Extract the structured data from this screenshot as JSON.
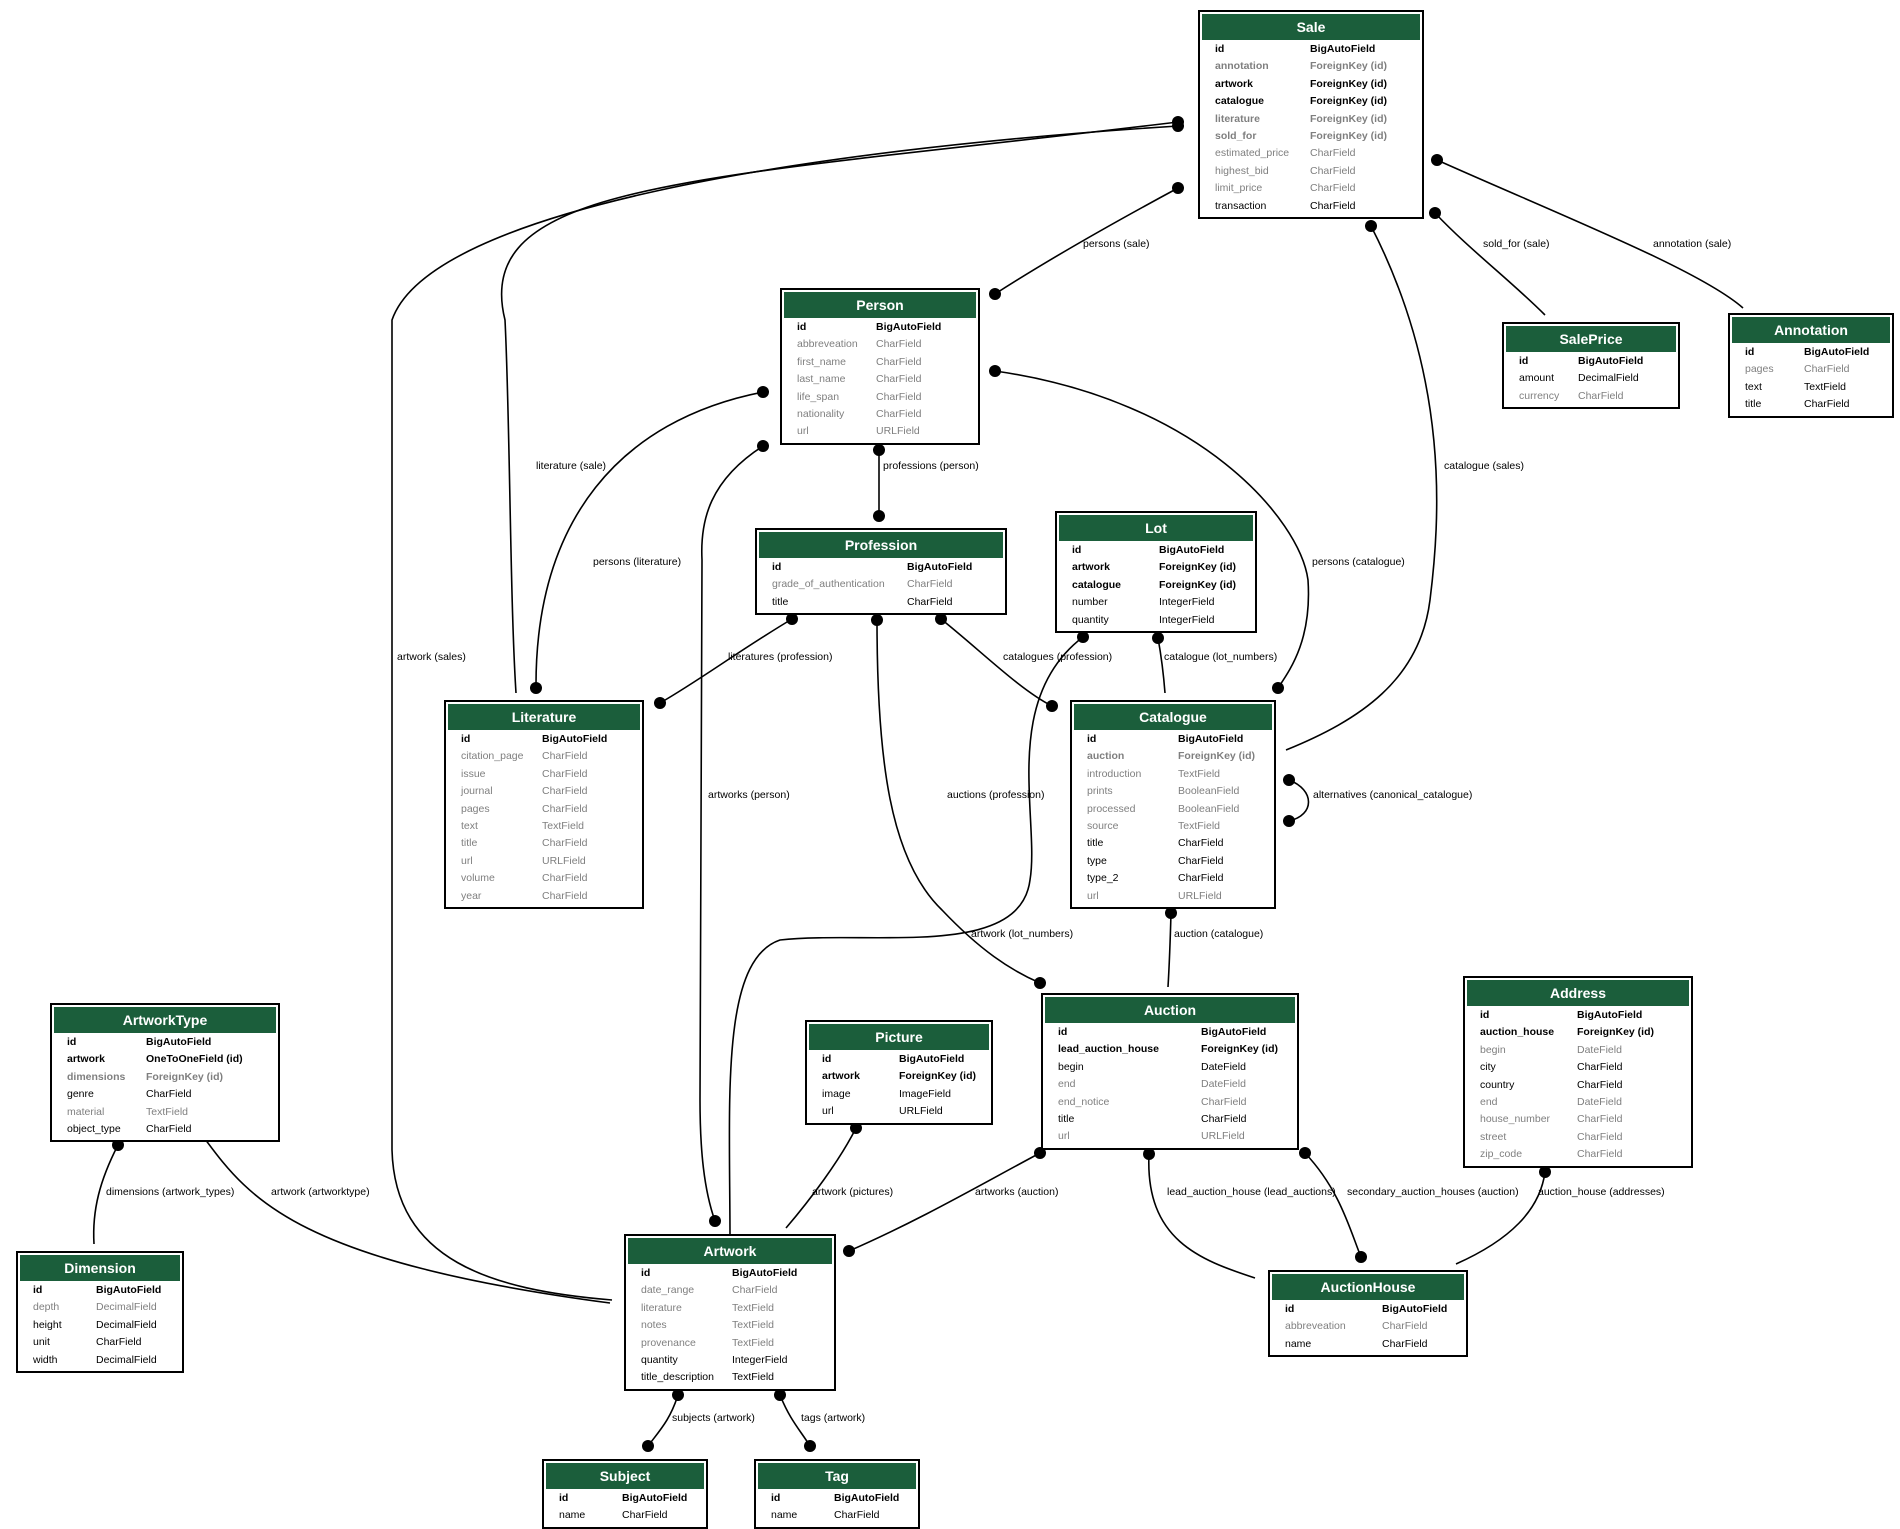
{
  "models": [
    {
      "key": "Sale",
      "name": "Sale",
      "fields": [
        {
          "n": "id",
          "t": "BigAutoField",
          "k": "pk"
        },
        {
          "n": "annotation",
          "t": "ForeignKey (id)",
          "k": "fkn"
        },
        {
          "n": "artwork",
          "t": "ForeignKey (id)",
          "k": "fk"
        },
        {
          "n": "catalogue",
          "t": "ForeignKey (id)",
          "k": "fk"
        },
        {
          "n": "literature",
          "t": "ForeignKey (id)",
          "k": "fkn"
        },
        {
          "n": "sold_for",
          "t": "ForeignKey (id)",
          "k": "fkn"
        },
        {
          "n": "estimated_price",
          "t": "CharField",
          "k": "fn"
        },
        {
          "n": "highest_bid",
          "t": "CharField",
          "k": "fn"
        },
        {
          "n": "limit_price",
          "t": "CharField",
          "k": "fn"
        },
        {
          "n": "transaction",
          "t": "CharField",
          "k": "f"
        }
      ]
    },
    {
      "key": "Person",
      "name": "Person",
      "fields": [
        {
          "n": "id",
          "t": "BigAutoField",
          "k": "pk"
        },
        {
          "n": "abbreveation",
          "t": "CharField",
          "k": "fn"
        },
        {
          "n": "first_name",
          "t": "CharField",
          "k": "fn"
        },
        {
          "n": "last_name",
          "t": "CharField",
          "k": "fn"
        },
        {
          "n": "life_span",
          "t": "CharField",
          "k": "fn"
        },
        {
          "n": "nationality",
          "t": "CharField",
          "k": "fn"
        },
        {
          "n": "url",
          "t": "URLField",
          "k": "fn"
        }
      ]
    },
    {
      "key": "SalePrice",
      "name": "SalePrice",
      "fields": [
        {
          "n": "id",
          "t": "BigAutoField",
          "k": "pk"
        },
        {
          "n": "amount",
          "t": "DecimalField",
          "k": "f"
        },
        {
          "n": "currency",
          "t": "CharField",
          "k": "fn"
        }
      ]
    },
    {
      "key": "Annotation",
      "name": "Annotation",
      "fields": [
        {
          "n": "id",
          "t": "BigAutoField",
          "k": "pk"
        },
        {
          "n": "pages",
          "t": "CharField",
          "k": "fn"
        },
        {
          "n": "text",
          "t": "TextField",
          "k": "f"
        },
        {
          "n": "title",
          "t": "CharField",
          "k": "f"
        }
      ]
    },
    {
      "key": "Profession",
      "name": "Profession",
      "fields": [
        {
          "n": "id",
          "t": "BigAutoField",
          "k": "pk"
        },
        {
          "n": "grade_of_authentication",
          "t": "CharField",
          "k": "fn"
        },
        {
          "n": "title",
          "t": "CharField",
          "k": "f"
        }
      ]
    },
    {
      "key": "Lot",
      "name": "Lot",
      "fields": [
        {
          "n": "id",
          "t": "BigAutoField",
          "k": "pk"
        },
        {
          "n": "artwork",
          "t": "ForeignKey (id)",
          "k": "fk"
        },
        {
          "n": "catalogue",
          "t": "ForeignKey (id)",
          "k": "fk"
        },
        {
          "n": "number",
          "t": "IntegerField",
          "k": "f"
        },
        {
          "n": "quantity",
          "t": "IntegerField",
          "k": "f"
        }
      ]
    },
    {
      "key": "Literature",
      "name": "Literature",
      "fields": [
        {
          "n": "id",
          "t": "BigAutoField",
          "k": "pk"
        },
        {
          "n": "citation_page",
          "t": "CharField",
          "k": "fn"
        },
        {
          "n": "issue",
          "t": "CharField",
          "k": "fn"
        },
        {
          "n": "journal",
          "t": "CharField",
          "k": "fn"
        },
        {
          "n": "pages",
          "t": "CharField",
          "k": "fn"
        },
        {
          "n": "text",
          "t": "TextField",
          "k": "fn"
        },
        {
          "n": "title",
          "t": "CharField",
          "k": "fn"
        },
        {
          "n": "url",
          "t": "URLField",
          "k": "fn"
        },
        {
          "n": "volume",
          "t": "CharField",
          "k": "fn"
        },
        {
          "n": "year",
          "t": "CharField",
          "k": "fn"
        }
      ]
    },
    {
      "key": "Catalogue",
      "name": "Catalogue",
      "fields": [
        {
          "n": "id",
          "t": "BigAutoField",
          "k": "pk"
        },
        {
          "n": "auction",
          "t": "ForeignKey (id)",
          "k": "fkn"
        },
        {
          "n": "introduction",
          "t": "TextField",
          "k": "fn"
        },
        {
          "n": "prints",
          "t": "BooleanField",
          "k": "fn"
        },
        {
          "n": "processed",
          "t": "BooleanField",
          "k": "fn"
        },
        {
          "n": "source",
          "t": "TextField",
          "k": "fn"
        },
        {
          "n": "title",
          "t": "CharField",
          "k": "f"
        },
        {
          "n": "type",
          "t": "CharField",
          "k": "f"
        },
        {
          "n": "type_2",
          "t": "CharField",
          "k": "f"
        },
        {
          "n": "url",
          "t": "URLField",
          "k": "fn"
        }
      ]
    },
    {
      "key": "Address",
      "name": "Address",
      "fields": [
        {
          "n": "id",
          "t": "BigAutoField",
          "k": "pk"
        },
        {
          "n": "auction_house",
          "t": "ForeignKey (id)",
          "k": "fk"
        },
        {
          "n": "begin",
          "t": "DateField",
          "k": "fn"
        },
        {
          "n": "city",
          "t": "CharField",
          "k": "f"
        },
        {
          "n": "country",
          "t": "CharField",
          "k": "f"
        },
        {
          "n": "end",
          "t": "DateField",
          "k": "fn"
        },
        {
          "n": "house_number",
          "t": "CharField",
          "k": "fn"
        },
        {
          "n": "street",
          "t": "CharField",
          "k": "fn"
        },
        {
          "n": "zip_code",
          "t": "CharField",
          "k": "fn"
        }
      ]
    },
    {
      "key": "Auction",
      "name": "Auction",
      "fields": [
        {
          "n": "id",
          "t": "BigAutoField",
          "k": "pk"
        },
        {
          "n": "lead_auction_house",
          "t": "ForeignKey (id)",
          "k": "fk"
        },
        {
          "n": "begin",
          "t": "DateField",
          "k": "f"
        },
        {
          "n": "end",
          "t": "DateField",
          "k": "fn"
        },
        {
          "n": "end_notice",
          "t": "CharField",
          "k": "fn"
        },
        {
          "n": "title",
          "t": "CharField",
          "k": "f"
        },
        {
          "n": "url",
          "t": "URLField",
          "k": "fn"
        }
      ]
    },
    {
      "key": "ArtworkType",
      "name": "ArtworkType",
      "fields": [
        {
          "n": "id",
          "t": "BigAutoField",
          "k": "pk"
        },
        {
          "n": "artwork",
          "t": "OneToOneField (id)",
          "k": "fk"
        },
        {
          "n": "dimensions",
          "t": "ForeignKey (id)",
          "k": "fkn"
        },
        {
          "n": "genre",
          "t": "CharField",
          "k": "f"
        },
        {
          "n": "material",
          "t": "TextField",
          "k": "fn"
        },
        {
          "n": "object_type",
          "t": "CharField",
          "k": "f"
        }
      ]
    },
    {
      "key": "Picture",
      "name": "Picture",
      "fields": [
        {
          "n": "id",
          "t": "BigAutoField",
          "k": "pk"
        },
        {
          "n": "artwork",
          "t": "ForeignKey (id)",
          "k": "fk"
        },
        {
          "n": "image",
          "t": "ImageField",
          "k": "f"
        },
        {
          "n": "url",
          "t": "URLField",
          "k": "f"
        }
      ]
    },
    {
      "key": "Dimension",
      "name": "Dimension",
      "fields": [
        {
          "n": "id",
          "t": "BigAutoField",
          "k": "pk"
        },
        {
          "n": "depth",
          "t": "DecimalField",
          "k": "fn"
        },
        {
          "n": "height",
          "t": "DecimalField",
          "k": "f"
        },
        {
          "n": "unit",
          "t": "CharField",
          "k": "f"
        },
        {
          "n": "width",
          "t": "DecimalField",
          "k": "f"
        }
      ]
    },
    {
      "key": "Artwork",
      "name": "Artwork",
      "fields": [
        {
          "n": "id",
          "t": "BigAutoField",
          "k": "pk"
        },
        {
          "n": "date_range",
          "t": "CharField",
          "k": "fn"
        },
        {
          "n": "literature",
          "t": "TextField",
          "k": "fn"
        },
        {
          "n": "notes",
          "t": "TextField",
          "k": "fn"
        },
        {
          "n": "provenance",
          "t": "TextField",
          "k": "fn"
        },
        {
          "n": "quantity",
          "t": "IntegerField",
          "k": "f"
        },
        {
          "n": "title_description",
          "t": "TextField",
          "k": "f"
        }
      ]
    },
    {
      "key": "AuctionHouse",
      "name": "AuctionHouse",
      "fields": [
        {
          "n": "id",
          "t": "BigAutoField",
          "k": "pk"
        },
        {
          "n": "abbreveation",
          "t": "CharField",
          "k": "fn"
        },
        {
          "n": "name",
          "t": "CharField",
          "k": "f"
        }
      ]
    },
    {
      "key": "Subject",
      "name": "Subject",
      "fields": [
        {
          "n": "id",
          "t": "BigAutoField",
          "k": "pk"
        },
        {
          "n": "name",
          "t": "CharField",
          "k": "f"
        }
      ]
    },
    {
      "key": "Tag",
      "name": "Tag",
      "fields": [
        {
          "n": "id",
          "t": "BigAutoField",
          "k": "pk"
        },
        {
          "n": "name",
          "t": "CharField",
          "k": "f"
        }
      ]
    }
  ],
  "edge_labels": {
    "persons_sale": "persons (sale)",
    "sold_for_sale": "sold_for (sale)",
    "annotation_sale": "annotation (sale)",
    "professions_person": "professions (person)",
    "literature_sale": "literature (sale)",
    "persons_literature": "persons (literature)",
    "catalogue_sales": "catalogue (sales)",
    "persons_catalogue": "persons (catalogue)",
    "artwork_sales": "artwork (sales)",
    "literatures_profession": "literatures (profession)",
    "catalogues_profession": "catalogues (profession)",
    "catalogue_lot_numbers": "catalogue (lot_numbers)",
    "artworks_person": "artworks (person)",
    "auctions_profession": "auctions (profession)",
    "alternatives": "alternatives (canonical_catalogue)",
    "artwork_lot_numbers": "artwork (lot_numbers)",
    "auction_catalogue": "auction (catalogue)",
    "dimensions_artwork_types": "dimensions (artwork_types)",
    "artwork_artworktype": "artwork (artworktype)",
    "artwork_pictures": "artwork (pictures)",
    "artworks_auction": "artworks (auction)",
    "lead_auction_house": "lead_auction_house (lead_auctions)",
    "secondary_auction_houses": "secondary_auction_houses (auction)",
    "auction_house_addresses": "auction_house (addresses)",
    "subjects_artwork": "subjects (artwork)",
    "tags_artwork": "tags (artwork)"
  },
  "colors": {
    "header": "#1b5e3b",
    "header_text": "#ffffff",
    "nullable_text": "#7f7f7f",
    "line": "#000000"
  }
}
